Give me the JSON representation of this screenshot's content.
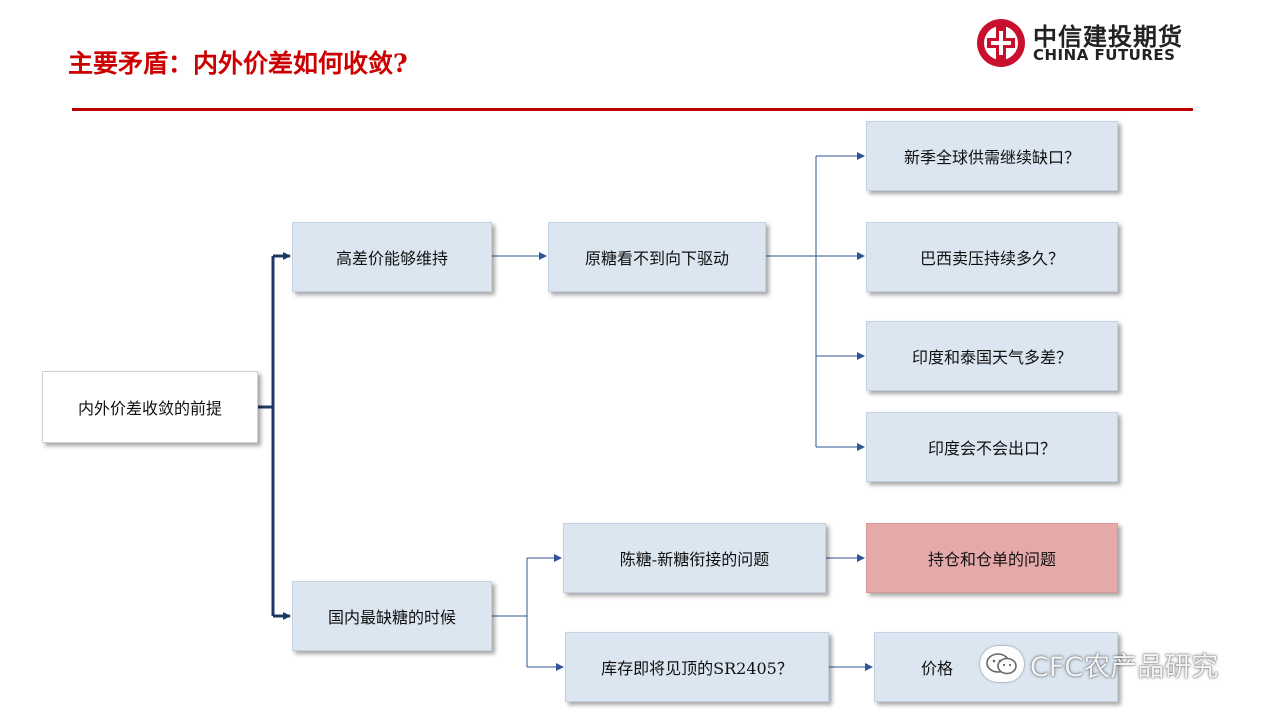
{
  "header": {
    "title": "主要矛盾：内外价差如何收敛?",
    "logo_cn": "中信建投期货",
    "logo_en": "CHINA FUTURES",
    "logo_icon": "citic-logo-icon",
    "accent_color": "#c00000"
  },
  "diagram": {
    "root": "内外价差收敛的前提",
    "branch_high": "高差价能够维持",
    "raw_sugar": "原糖看不到向下驱动",
    "q_supply_gap": "新季全球供需继续缺口？",
    "q_brazil": "巴西卖压持续多久？",
    "q_india_thai": "印度和泰国天气多差？",
    "q_india_export": "印度会不会出口？",
    "branch_domestic": "国内最缺糖的时候",
    "old_new_sugar": "陈糖-新糖衔接的问题",
    "positions_receipts": "持仓和仓单的问题",
    "inventory_sr2405": "库存即将见顶的SR2405？",
    "price_partial": "价格"
  },
  "watermark": {
    "text": "CFC农产品研究",
    "icon": "wechat-icon"
  },
  "colors": {
    "box_blue": "#dce6f1",
    "box_pink": "#e6a9aa",
    "connector_blue": "#2f5597",
    "title_red": "#cc0000"
  }
}
